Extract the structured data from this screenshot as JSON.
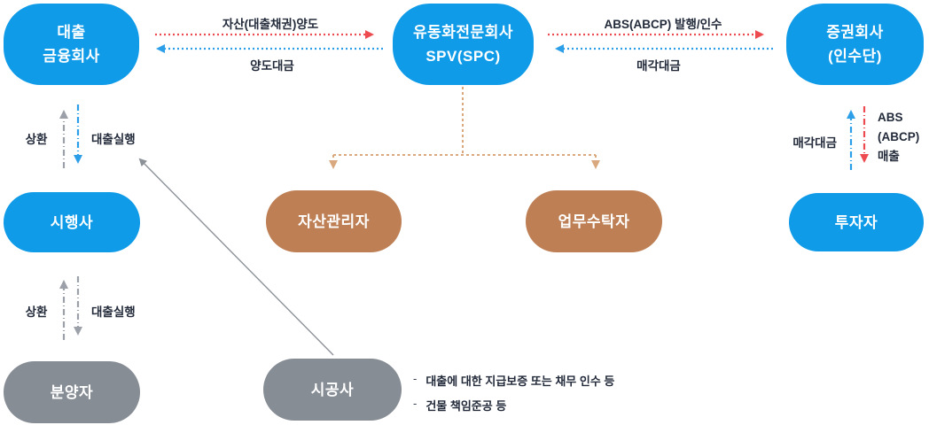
{
  "diagram": {
    "nodes": {
      "loan_financial": {
        "line1": "대출",
        "line2": "금융회사"
      },
      "spv": {
        "line1": "유동화전문회사",
        "line2": "SPV(SPC)"
      },
      "securities": {
        "line1": "증권회사",
        "line2": "(인수단)"
      },
      "developer": {
        "label": "시행사"
      },
      "asset_manager": {
        "label": "자산관리자"
      },
      "trustee": {
        "label": "업무수탁자"
      },
      "investor": {
        "label": "투자자"
      },
      "buyer": {
        "label": "분양자"
      },
      "constructor": {
        "label": "시공사"
      }
    },
    "flows": {
      "asset_transfer": "자산(대출채권)양도",
      "transfer_payment": "양도대금",
      "abs_issue": "ABS(ABCP) 발행/인수",
      "sale_payment_top": "매각대금",
      "repayment_upper": "상환",
      "loan_execution_upper": "대출실행",
      "repayment_lower": "상환",
      "loan_execution_lower": "대출실행",
      "sale_payment_right": "매각대금",
      "abs_sale_line1": "ABS",
      "abs_sale_line2": "(ABCP)",
      "abs_sale_line3": "매출"
    },
    "notes": {
      "bullet": "-",
      "items": [
        "대출에 대한 지급보증 또는 채무 인수 등",
        "건물 책임준공 등"
      ]
    },
    "colors": {
      "node_blue": "#0f9be8",
      "node_brown": "#be7f55",
      "node_gray": "#878d95",
      "arrow_red": "#ee4b50",
      "arrow_blue": "#2d9ee8",
      "arrow_gray": "#9ca1a9",
      "arrow_tan": "#daa87e",
      "diagonal_gray": "#8d9299",
      "label_text": "#232b3b",
      "node_text": "#ffffff",
      "background": "#ffffff"
    }
  }
}
